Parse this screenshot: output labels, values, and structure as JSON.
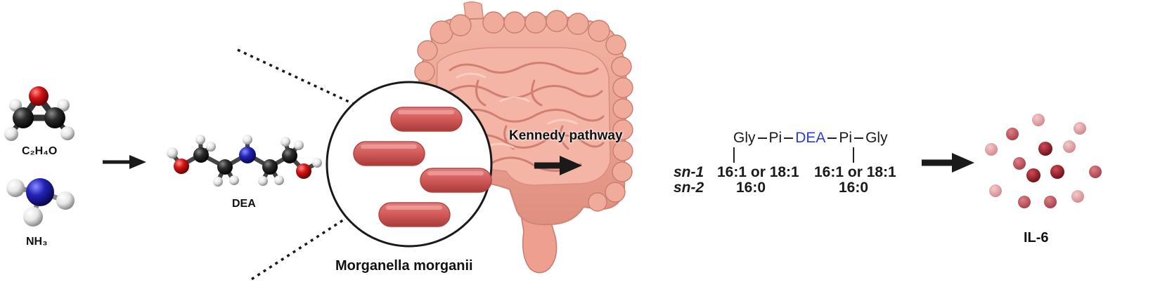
{
  "labels": {
    "c2h4o": "C₂H₄O",
    "nh3": "NH₃",
    "dea": "DEA",
    "bacterium": "Morganella morganii",
    "pathway": "Kennedy pathway",
    "il6": "IL-6"
  },
  "lipid": {
    "gly_left": "Gly",
    "pi_left": "Pi",
    "dea": "DEA",
    "pi_right": "Pi",
    "gly_right": "Gly",
    "sn1_label": "sn-1",
    "sn2_label": "sn-2",
    "sn1_left": "16:1 or 18:1",
    "sn2_left": "16:0",
    "sn1_right": "16:1 or 18:1",
    "sn2_right": "16:0"
  },
  "colors": {
    "oxygen": "#d21414",
    "nitrogen": "#2323b8",
    "carbon": "#2b2b2b",
    "hydrogen": "#e6e6e6",
    "bacteria": "#d15a58",
    "intestine": "#f1a99a",
    "cytokine_dark": "#9d1f2c",
    "cytokine_light": "#e8a5a8",
    "dea_text": "#2a3bd6"
  }
}
